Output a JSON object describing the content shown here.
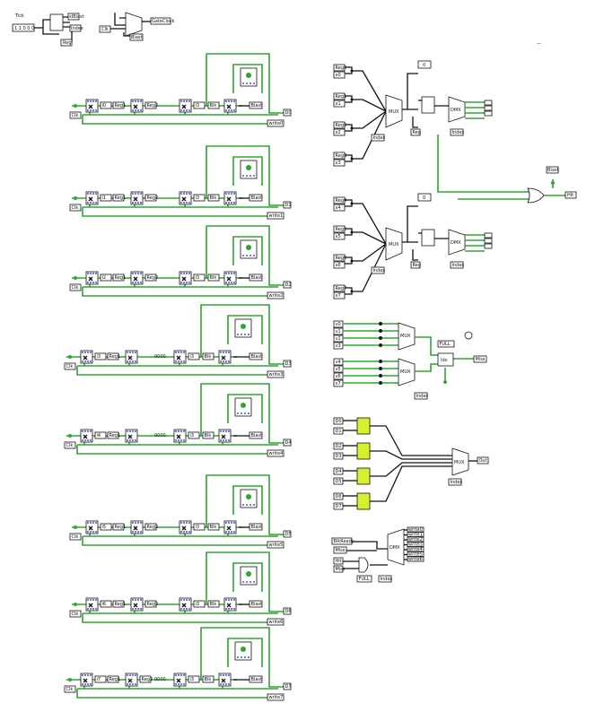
{
  "top_left": {
    "counter_label": "Tick",
    "counter_value": "1 1 0 0 0",
    "outputs": [
      "sIBlast",
      "Index",
      "Reg"
    ],
    "mux_input": "Clk",
    "mux_outputs": [
      "GateClock",
      "Blast"
    ]
  },
  "units": [
    {
      "clk": "Clk",
      "regs": [
        "i0",
        "Reg1",
        "Reg2",
        "i3",
        "Blk"
      ],
      "out": "D0",
      "write": "write0",
      "data": "Blast",
      "seq": ""
    },
    {
      "clk": "Clk",
      "regs": [
        "i1",
        "Reg1",
        "Reg2",
        "i3",
        "Blk"
      ],
      "out": "D1",
      "write": "write1",
      "data": "Blast",
      "seq": ""
    },
    {
      "clk": "Clk",
      "regs": [
        "i2",
        "Reg1",
        "Reg2",
        "i3",
        "Blk"
      ],
      "out": "D2",
      "write": "write2",
      "data": "Blast",
      "seq": ""
    },
    {
      "clk": "Clk",
      "regs": [
        "i3",
        "Reg1",
        "",
        "i3",
        "Blk"
      ],
      "out": "D3",
      "write": "write3",
      "data": "Blast",
      "seq": "0000"
    },
    {
      "clk": "Clk",
      "regs": [
        "i4",
        "Reg1",
        "",
        "i3",
        "Blk"
      ],
      "out": "D4",
      "write": "write4",
      "data": "Blast",
      "seq": "0000"
    },
    {
      "clk": "Clk",
      "regs": [
        "i5",
        "Reg1",
        "Reg2",
        "i3",
        "Blk"
      ],
      "out": "D5",
      "write": "write5",
      "data": "Blast",
      "seq": ""
    },
    {
      "clk": "Clk",
      "regs": [
        "i6",
        "Reg1",
        "Reg2",
        "i3",
        "Blk"
      ],
      "out": "D6",
      "write": "write6",
      "data": "Blast",
      "seq": ""
    },
    {
      "clk": "Clk",
      "regs": [
        "i7",
        "Reg1",
        "Reg2",
        "i3",
        "Blk"
      ],
      "out": "D7",
      "write": "write7",
      "data": "Blast",
      "seq": "0000"
    }
  ],
  "mux_block_1": {
    "inputs": [
      [
        "Reg0",
        "x0"
      ],
      [
        "Reg1",
        "x1"
      ],
      [
        "Reg2",
        "x2"
      ],
      [
        "Reg3",
        "x3"
      ]
    ],
    "mux": "MUX",
    "dmx": "DMX",
    "index": "Index",
    "index2": "Index",
    "sel": "Reg",
    "const": "0"
  },
  "mux_block_2": {
    "inputs": [
      [
        "Reg4",
        "x4"
      ],
      [
        "Reg5",
        "x5"
      ],
      [
        "Reg6",
        "x6"
      ],
      [
        "Reg7",
        "x7"
      ]
    ],
    "mux": "MUX",
    "dmx": "DMX",
    "index": "Index",
    "index2": "Index",
    "sel": "Reg",
    "const": "0"
  },
  "or_gate": {
    "input": "Blast",
    "output": "Hit"
  },
  "full_block": {
    "inputs_a": [
      "v0",
      "v1",
      "v2",
      "v3"
    ],
    "inputs_b": [
      "v4",
      "v5",
      "v6",
      "v7"
    ],
    "mux": "MUX",
    "full": "FULL",
    "idx": "Idx",
    "out": "Miss",
    "index": "Index"
  },
  "data_block": {
    "inputs": [
      "D0",
      "D1",
      "D2",
      "D3",
      "D4",
      "D5",
      "D6",
      "D7"
    ],
    "mux": "MUX",
    "out": "Out",
    "index": "Index"
  },
  "write_block": {
    "inputs": [
      "BlkReady",
      "Miss",
      "Hit",
      "Miss"
    ],
    "full": "FULL",
    "dmx": "DMX",
    "index": "Index",
    "writes": [
      "write0",
      "write1",
      "write2",
      "write3",
      "write4",
      "write5",
      "write6",
      "write7"
    ]
  }
}
